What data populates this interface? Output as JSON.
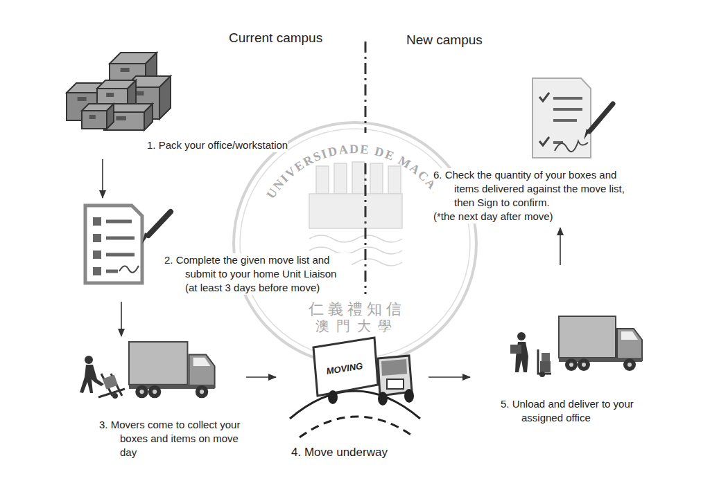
{
  "diagram": {
    "nodes": [
      {
        "text": [
          "1. Pack your office/workstation"
        ]
      },
      {
        "text": [
          "2. Complete the given move list and submit to your home Unit Liaison (at least 3 days before move)"
        ]
      },
      {
        "text": [
          "3. Movers come to collect your boxes and items on move day"
        ]
      },
      {
        "text": [
          "4. Move underway"
        ]
      },
      {
        "text": [
          "5. Unload and deliver to your assigned office"
        ]
      },
      {
        "text": [
          "6. Check the quantity of your boxes and items delivered against the move list, then Sign to confirm.",
          "(*the next day after move)"
        ]
      }
    ],
    "edges": [
      {
        "from": 0,
        "to": 1,
        "arrow": "to"
      },
      {
        "from": 1,
        "to": 2,
        "arrow": "to"
      },
      {
        "from": 2,
        "to": 3,
        "arrow": "to"
      },
      {
        "from": 3,
        "to": 4,
        "arrow": "to"
      },
      {
        "from": 4,
        "to": 5,
        "arrow": "to"
      }
    ],
    "labels": [
      "Current campus",
      "New campus",
      "UNIVERSIDADE DE MACAU",
      "仁義禮知信",
      "澳門大學",
      "MOVING"
    ]
  }
}
